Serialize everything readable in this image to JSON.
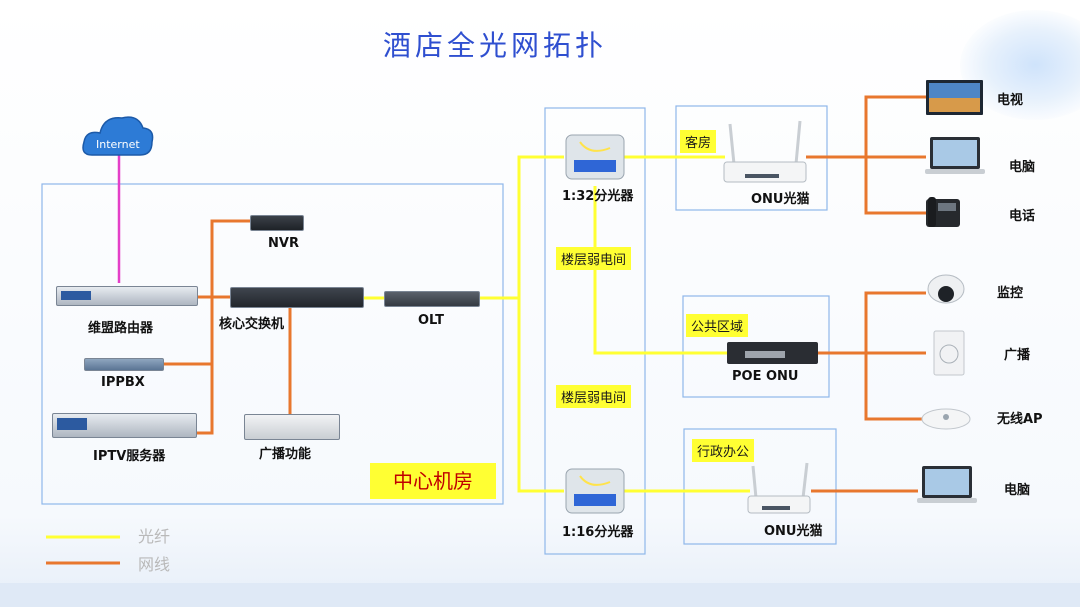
{
  "title": "酒店全光网拓扑",
  "colors": {
    "fiber": "#ffff33",
    "ethernet": "#e8772e",
    "border": "#8fb7ea",
    "internet_link": "#e43fc8"
  },
  "internet": {
    "label": "Internet"
  },
  "center_room": {
    "label": "中心机房",
    "devices": {
      "nvr": "NVR",
      "router": "维盟路由器",
      "core_switch": "核心交换机",
      "olt": "OLT",
      "ippbx": "IPPBX",
      "iptv": "IPTV服务器",
      "broadcast": "广播功能"
    }
  },
  "splitter_top": "1:32分光器",
  "splitter_bottom": "1:16分光器",
  "floor_tags": [
    "楼层弱电间",
    "楼层弱电间"
  ],
  "zones": [
    {
      "tag": "客房",
      "device": "ONU光猫",
      "endpoints": [
        "电视",
        "电脑",
        "电话"
      ]
    },
    {
      "tag": "公共区域",
      "device": "POE ONU",
      "endpoints": [
        "监控",
        "广播",
        "无线AP"
      ]
    },
    {
      "tag": "行政办公",
      "device": "ONU光猫",
      "endpoints": [
        "电脑"
      ]
    }
  ],
  "legend": [
    {
      "label": "光纤",
      "color": "#ffff33"
    },
    {
      "label": "网线",
      "color": "#e8772e"
    }
  ]
}
